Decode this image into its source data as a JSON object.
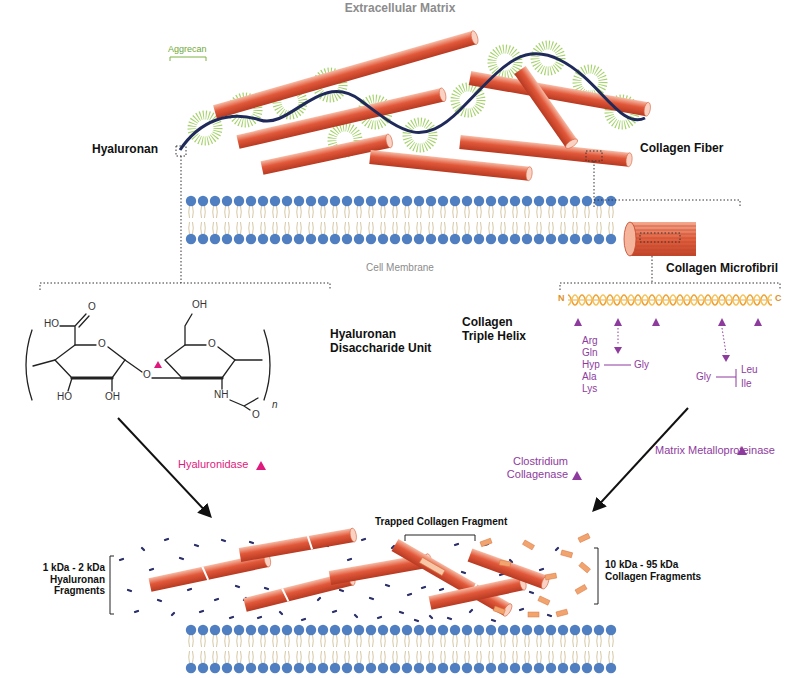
{
  "diagram": {
    "title": "Extracellular Matrix",
    "labels": [
      "Aggrecan",
      "Hyaluronan",
      "Collagen Fiber",
      "Cell Membrane",
      "Collagen Microfibril",
      "Hyaluronan Disaccharide Unit",
      "Collagen Triple Helix",
      "N",
      "C",
      "Arg",
      "Gln",
      "Hyp",
      "Ala",
      "Lys",
      "Gly",
      "Gly",
      "Leu",
      "Ile",
      "Hyaluronidase",
      "Clostridium Collagenase",
      "Matrix Metalloproteinase",
      "Trapped Collagen Fragment",
      "10 kDa - 95 kDa Collagen Fragments",
      "1 kDa - 2 kDa Hyaluronan Fragments",
      "O",
      "HO",
      "O",
      "OH",
      "HO",
      "O",
      "O",
      "OH",
      "NH",
      "O",
      "n"
    ]
  }
}
